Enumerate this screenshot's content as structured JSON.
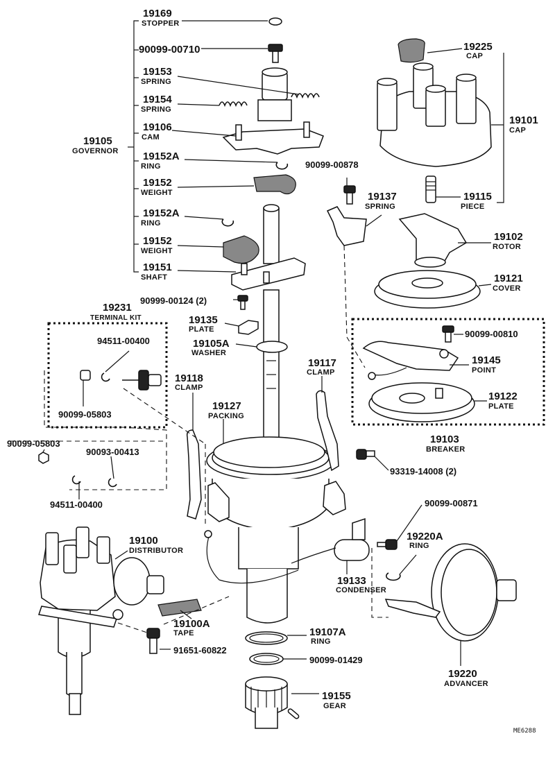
{
  "diagram": {
    "code": "ME6288",
    "callouts": {
      "c19169": {
        "num": "19169",
        "name": "STOPPER"
      },
      "c9009900710": {
        "num": "90099-00710"
      },
      "c19153": {
        "num": "19153",
        "name": "SPRING"
      },
      "c19154": {
        "num": "19154",
        "name": "SPRING"
      },
      "c19106": {
        "num": "19106",
        "name": "CAM"
      },
      "c19105": {
        "num": "19105",
        "name": "GOVERNOR"
      },
      "c19152Aa": {
        "num": "19152A",
        "name": "RING"
      },
      "c19152a": {
        "num": "19152",
        "name": "WEIGHT"
      },
      "c19152Ab": {
        "num": "19152A",
        "name": "RING"
      },
      "c19152b": {
        "num": "19152",
        "name": "WEIGHT"
      },
      "c19151": {
        "num": "19151",
        "name": "SHAFT"
      },
      "c9099900124": {
        "num": "90999-00124 (2)"
      },
      "c19231": {
        "num": "19231",
        "name": "TERMINAL KIT"
      },
      "c19135": {
        "num": "19135",
        "name": "PLATE"
      },
      "c19105A": {
        "num": "19105A",
        "name": "WASHER"
      },
      "c9451100400a": {
        "num": "94511-00400"
      },
      "c9009905803a": {
        "num": "90099-05803"
      },
      "c19118": {
        "num": "19118",
        "name": "CLAMP"
      },
      "c19127": {
        "num": "19127",
        "name": "PACKING"
      },
      "c19117": {
        "num": "19117",
        "name": "CLAMP"
      },
      "c9009905803b": {
        "num": "90099-05803"
      },
      "c9009300413": {
        "num": "90093-00413"
      },
      "c9451100400b": {
        "num": "94511-00400"
      },
      "c19225": {
        "num": "19225",
        "name": "CAP"
      },
      "c19101": {
        "num": "19101",
        "name": "CAP"
      },
      "c9009900878": {
        "num": "90099-00878"
      },
      "c19137": {
        "num": "19137",
        "name": "SPRING"
      },
      "c19115": {
        "num": "19115",
        "name": "PIECE"
      },
      "c19102": {
        "num": "19102",
        "name": "ROTOR"
      },
      "c19121": {
        "num": "19121",
        "name": "COVER"
      },
      "c9009900810": {
        "num": "90099-00810"
      },
      "c19145": {
        "num": "19145",
        "name": "POINT"
      },
      "c19122": {
        "num": "19122",
        "name": "PLATE"
      },
      "c19103": {
        "num": "19103",
        "name": "BREAKER"
      },
      "c9331914008": {
        "num": "93319-14008 (2)"
      },
      "c9009900871": {
        "num": "90099-00871"
      },
      "c19220A": {
        "num": "19220A",
        "name": "RING"
      },
      "c19133": {
        "num": "19133",
        "name": "CONDENSER"
      },
      "c19100": {
        "num": "19100",
        "name": "DISTRIBUTOR"
      },
      "c19100A": {
        "num": "19100A",
        "name": "TAPE"
      },
      "c9165160822": {
        "num": "91651-60822"
      },
      "c19107A": {
        "num": "19107A",
        "name": "RING"
      },
      "c9009901429": {
        "num": "90099-01429"
      },
      "c19155": {
        "num": "19155",
        "name": "GEAR"
      },
      "c19220": {
        "num": "19220",
        "name": "ADVANCER"
      }
    }
  }
}
